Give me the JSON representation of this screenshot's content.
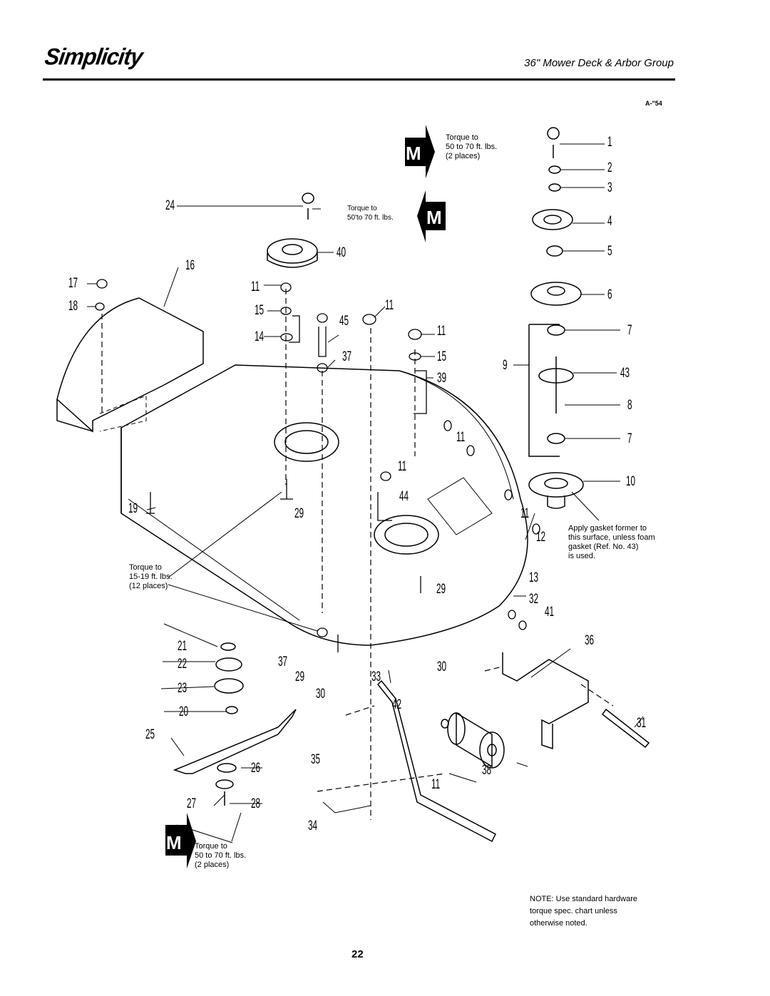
{
  "header": {
    "brand": "Simplicity",
    "title": "36\" Mower Deck & Arbor Group",
    "figure_ref": "A-\"54"
  },
  "callouts": {
    "top_torque": {
      "line1": "Torque to",
      "line2": "50 to 70 ft. lbs.",
      "line3": "(2 places)",
      "badge": "M"
    },
    "pulley_torque": {
      "line1": "Torque to",
      "line2": "50'to 70 ft. lbs.",
      "badge": "M"
    },
    "deck_torque": {
      "line1": "Torque to",
      "line2": "15-19 ft. lbs.",
      "line3": "(12 places)"
    },
    "blade_torque": {
      "line1": "Torque to",
      "line2": "50 to 70  ft. lbs.",
      "line3": "(2 places)",
      "badge": "M"
    },
    "gasket_note": {
      "line1": "Apply gasket former to",
      "line2": "this surface, unless foam",
      "line3": "gasket (Ref. No. 43)",
      "line4": "is used."
    }
  },
  "parts_labels": [
    {
      "num": "1"
    },
    {
      "num": "2"
    },
    {
      "num": "3"
    },
    {
      "num": "4"
    },
    {
      "num": "5"
    },
    {
      "num": "6"
    },
    {
      "num": "7"
    },
    {
      "num": "43"
    },
    {
      "num": "8"
    },
    {
      "num": "7"
    },
    {
      "num": "9"
    },
    {
      "num": "10"
    },
    {
      "num": "11"
    },
    {
      "num": "12"
    },
    {
      "num": "13"
    },
    {
      "num": "24"
    },
    {
      "num": "40"
    },
    {
      "num": "16"
    },
    {
      "num": "17"
    },
    {
      "num": "18"
    },
    {
      "num": "11"
    },
    {
      "num": "15"
    },
    {
      "num": "14"
    },
    {
      "num": "45"
    },
    {
      "num": "37"
    },
    {
      "num": "11"
    },
    {
      "num": "11"
    },
    {
      "num": "15"
    },
    {
      "num": "39"
    },
    {
      "num": "11"
    },
    {
      "num": "11"
    },
    {
      "num": "44"
    },
    {
      "num": "19"
    },
    {
      "num": "29"
    },
    {
      "num": "29"
    },
    {
      "num": "32"
    },
    {
      "num": "41"
    },
    {
      "num": "36"
    },
    {
      "num": "31"
    },
    {
      "num": "30"
    },
    {
      "num": "21"
    },
    {
      "num": "22"
    },
    {
      "num": "23"
    },
    {
      "num": "20"
    },
    {
      "num": "25"
    },
    {
      "num": "37"
    },
    {
      "num": "29"
    },
    {
      "num": "33"
    },
    {
      "num": "30"
    },
    {
      "num": "42"
    },
    {
      "num": "38"
    },
    {
      "num": "35"
    },
    {
      "num": "11"
    },
    {
      "num": "26"
    },
    {
      "num": "27"
    },
    {
      "num": "28"
    },
    {
      "num": "34"
    }
  ],
  "note": {
    "line1": "NOTE: Use standard hardware",
    "line2": "torque spec. chart unless",
    "line3": "otherwise noted."
  },
  "page_number": "22"
}
